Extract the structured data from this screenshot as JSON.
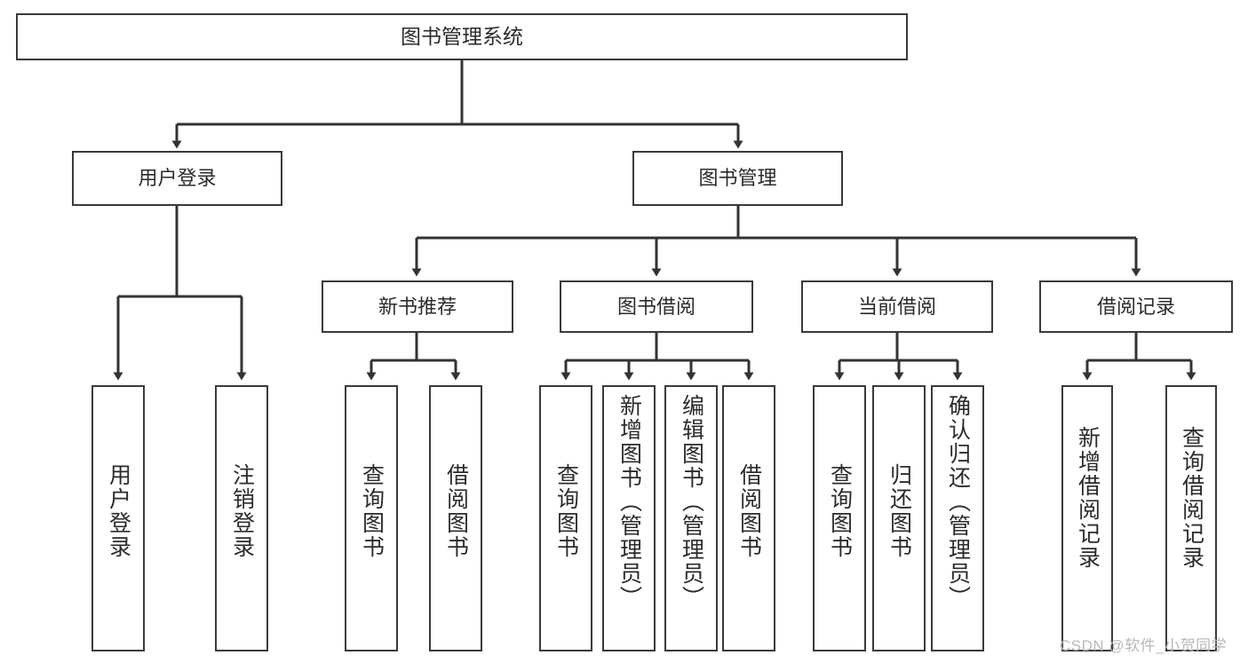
{
  "diagram": {
    "type": "tree",
    "title": "图书管理系统",
    "watermark": "CSDN @软件_小贺同学",
    "colors": {
      "box_border": "#3a3a3a",
      "box_fill": "#ffffff",
      "connector": "#333333",
      "text": "#2b2b2b",
      "watermark": "#b9b9b9",
      "background": "#ffffff"
    },
    "nodes": [
      {
        "id": "root",
        "label": "图书管理系统",
        "level": 1,
        "orientation": "horizontal"
      },
      {
        "id": "n-user-login",
        "label": "用户登录",
        "level": 2,
        "orientation": "horizontal",
        "parent": "root"
      },
      {
        "id": "n-book-manage",
        "label": "图书管理",
        "level": 2,
        "orientation": "horizontal",
        "parent": "root"
      },
      {
        "id": "n-new-book-rec",
        "label": "新书推荐",
        "level": 3,
        "orientation": "horizontal",
        "parent": "n-book-manage"
      },
      {
        "id": "n-book-borrow",
        "label": "图书借阅",
        "level": 3,
        "orientation": "horizontal",
        "parent": "n-book-manage"
      },
      {
        "id": "n-current-borrow",
        "label": "当前借阅",
        "level": 3,
        "orientation": "horizontal",
        "parent": "n-book-manage"
      },
      {
        "id": "n-borrow-record",
        "label": "借阅记录",
        "level": 3,
        "orientation": "horizontal",
        "parent": "n-book-manage"
      },
      {
        "id": "l-user-login",
        "label": "用户登录",
        "level": 4,
        "orientation": "vertical",
        "parent": "n-user-login"
      },
      {
        "id": "l-logout",
        "label": "注销登录",
        "level": 4,
        "orientation": "vertical",
        "parent": "n-user-login"
      },
      {
        "id": "l-query-book-rec",
        "label": "查询图书",
        "level": 4,
        "orientation": "vertical",
        "parent": "n-new-book-rec"
      },
      {
        "id": "l-borrow-book-rec",
        "label": "借阅图书",
        "level": 4,
        "orientation": "vertical",
        "parent": "n-new-book-rec"
      },
      {
        "id": "l-query-book-b",
        "label": "查询图书",
        "level": 4,
        "orientation": "vertical",
        "parent": "n-book-borrow"
      },
      {
        "id": "l-add-book",
        "label": "新增图书（管理员）",
        "level": 4,
        "orientation": "vertical",
        "parent": "n-book-borrow"
      },
      {
        "id": "l-edit-book",
        "label": "编辑图书（管理员）",
        "level": 4,
        "orientation": "vertical",
        "parent": "n-book-borrow"
      },
      {
        "id": "l-borrow-book-b",
        "label": "借阅图书",
        "level": 4,
        "orientation": "vertical",
        "parent": "n-book-borrow"
      },
      {
        "id": "l-query-book-c",
        "label": "查询图书",
        "level": 4,
        "orientation": "vertical",
        "parent": "n-current-borrow"
      },
      {
        "id": "l-return-book",
        "label": "归还图书",
        "level": 4,
        "orientation": "vertical",
        "parent": "n-current-borrow"
      },
      {
        "id": "l-confirm-return",
        "label": "确认归还（管理员）",
        "level": 4,
        "orientation": "vertical",
        "parent": "n-current-borrow"
      },
      {
        "id": "l-add-record",
        "label": "新增借阅记录",
        "level": 4,
        "orientation": "vertical",
        "parent": "n-borrow-record"
      },
      {
        "id": "l-query-record",
        "label": "查询借阅记录",
        "level": 4,
        "orientation": "vertical",
        "parent": "n-borrow-record"
      }
    ]
  }
}
